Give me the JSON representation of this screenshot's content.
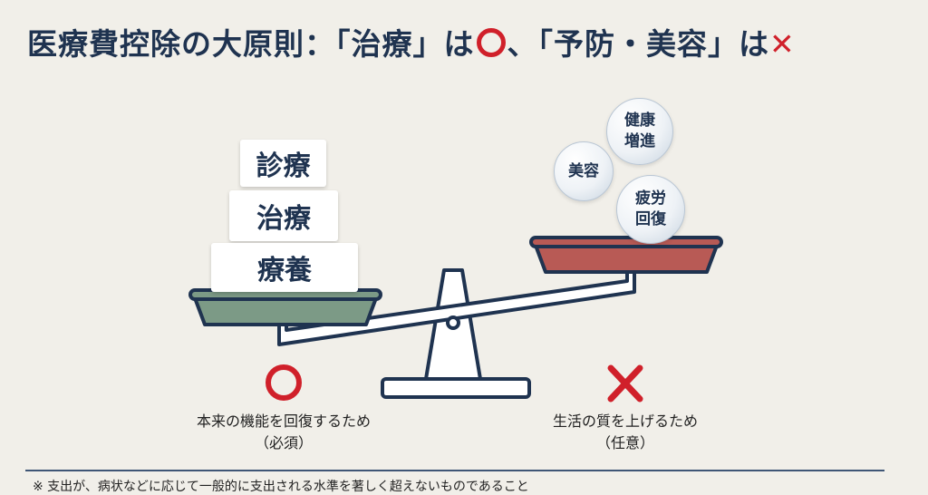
{
  "title": {
    "prefix": "医療費控除の大原則：「治療」は",
    "mid": "、「予防・美容」は",
    "o_mark": "○",
    "x_mark": "✕"
  },
  "left_pan": {
    "blocks": [
      "診療",
      "治療",
      "療養"
    ],
    "mark": "○",
    "caption": "本来の機能を回復するため",
    "sub": "（必須）",
    "color": "#7c9a86"
  },
  "right_pan": {
    "bubbles": [
      {
        "l1": "健康",
        "l2": "増進"
      },
      {
        "l1": "美容",
        "l2": ""
      },
      {
        "l1": "疲労",
        "l2": "回復"
      }
    ],
    "mark": "✕",
    "caption": "生活の質を上げるため",
    "sub": "（任意）",
    "color": "#b85a55"
  },
  "footnote": "※ 支出が、病状などに応じて一般的に支出される水準を著しく超えないものであること",
  "colors": {
    "navy": "#1f3350",
    "red": "#d0202a",
    "bg": "#f1efe9"
  }
}
